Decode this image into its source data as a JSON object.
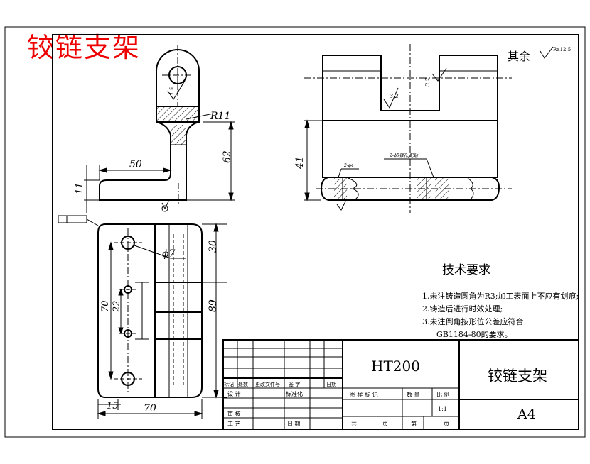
{
  "part_name": "铰链支架",
  "material": "HT200",
  "scale_value": "1:1",
  "sheet_size": "A4",
  "surface_finish_note": {
    "label": "其余",
    "value": "Ra12.5"
  },
  "dimensions": {
    "r11": "R11",
    "d50": "50",
    "d11": "11",
    "d62": "62",
    "d41": "41",
    "d30": "30",
    "d89": "89",
    "d70_bottom": "70",
    "d15": "15",
    "d7": "ϕ7",
    "d70_vert": "70",
    "d22": "22",
    "d1_5": "1.5",
    "d3_2a": "3.2",
    "d3_2b": "3.2"
  },
  "views_notes": {
    "chamfer_note": "2-ϕ5锥孔,配钻",
    "thread_note": "2-ϕ4"
  },
  "technical_requirements": {
    "title": "技术要求",
    "items": [
      "1.未注铸造圆角为R3;加工表面上不应有划痕;",
      "2.铸造后进行时效处理;",
      "3.未注倒角按形位公差应符合",
      "GB1184-80的要求。"
    ]
  },
  "title_block": {
    "hdr_1": "标记",
    "hdr_2": "处数",
    "hdr_3": "更改文件号",
    "hdr_4": "签 字",
    "hdr_5": "日期",
    "design": "设 计",
    "standard": "标准化",
    "review": "审 核",
    "process": "工 艺",
    "date": "日 期",
    "drawing_mark": "图 样 标 记",
    "quantity": "数 量",
    "scale": "比 例",
    "total": "共",
    "page": "页",
    "nth": "第"
  }
}
